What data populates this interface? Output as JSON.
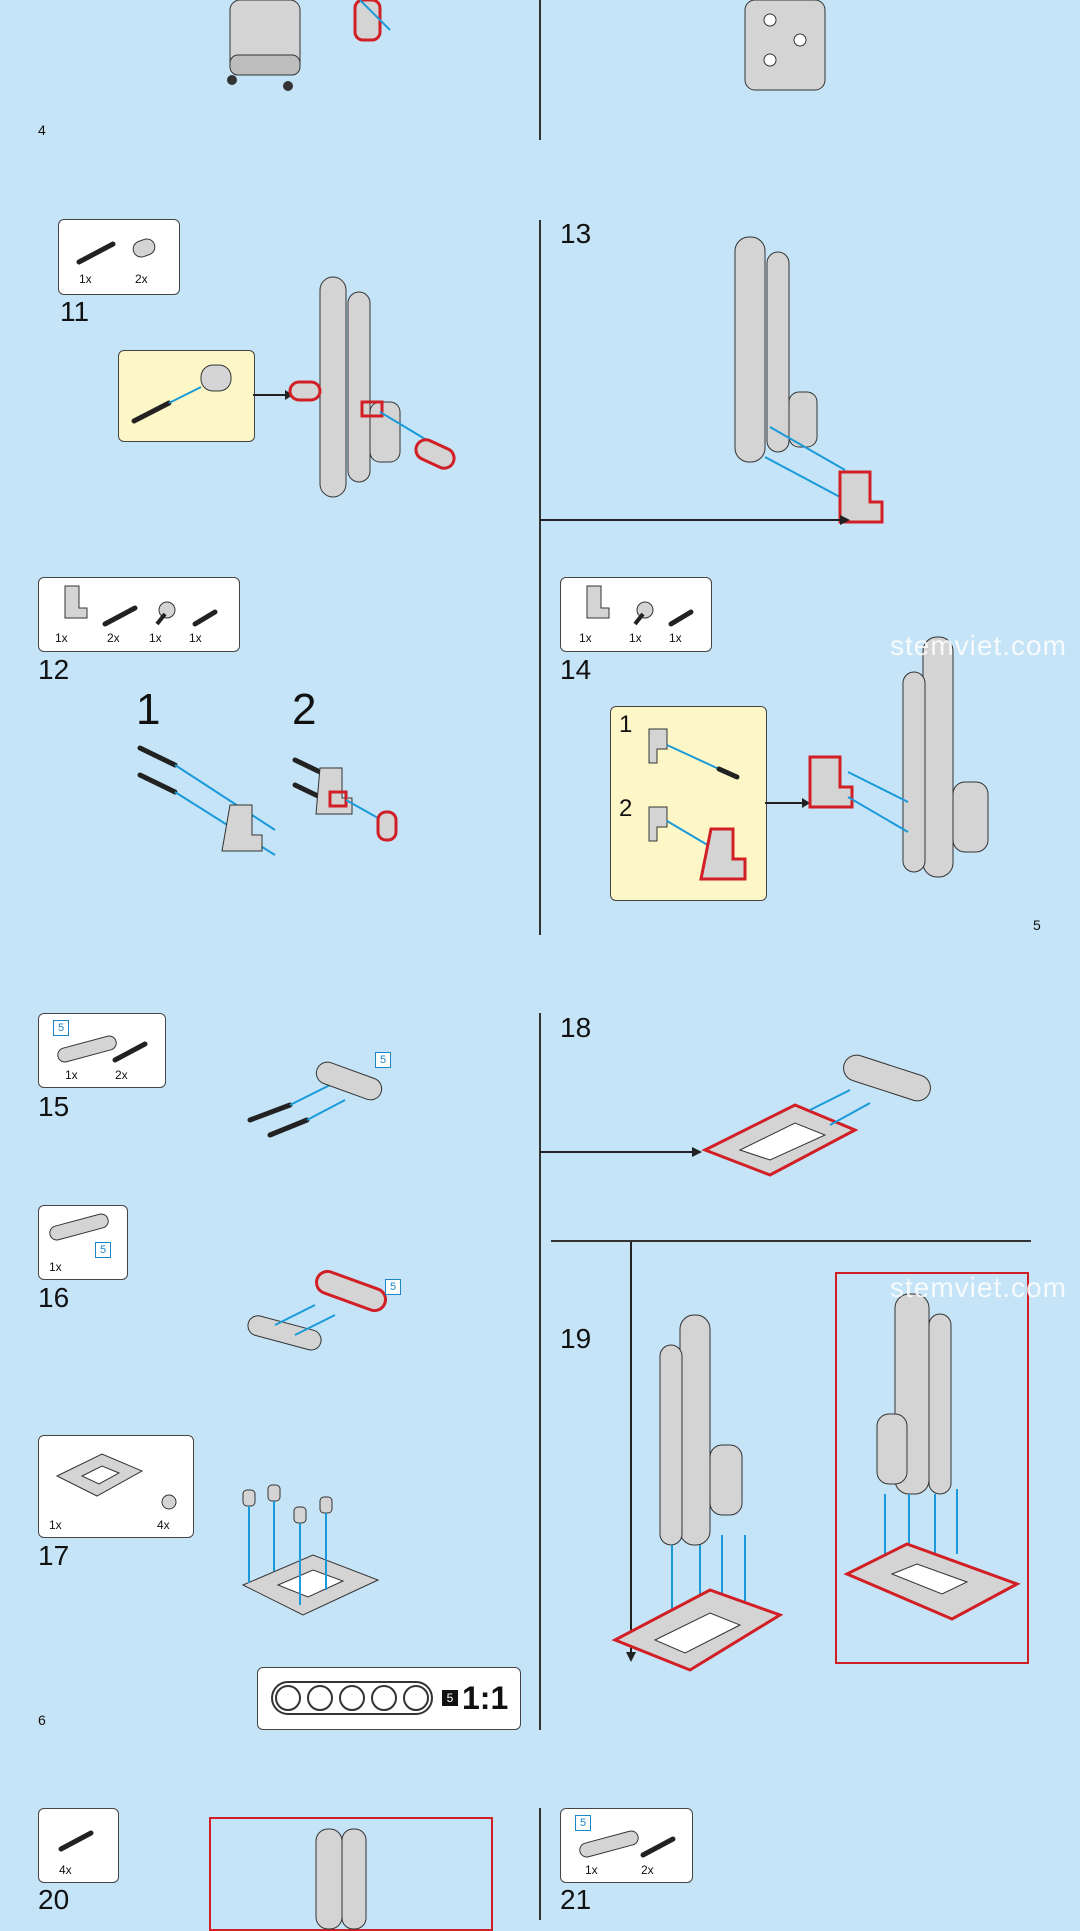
{
  "page_numbers": {
    "p4": "4",
    "p5": "5",
    "p6": "6"
  },
  "steps": {
    "s11": {
      "num": "11",
      "qty": [
        "1x",
        "2x"
      ]
    },
    "s12": {
      "num": "12",
      "qty": [
        "1x",
        "2x",
        "1x",
        "1x"
      ],
      "sub": [
        "1",
        "2"
      ]
    },
    "s13": {
      "num": "13"
    },
    "s14": {
      "num": "14",
      "qty": [
        "1x",
        "1x",
        "1x"
      ],
      "sub": [
        "1",
        "2"
      ]
    },
    "s15": {
      "num": "15",
      "qty": [
        "1x",
        "2x"
      ],
      "beam_len": "5"
    },
    "s16": {
      "num": "16",
      "qty": [
        "1x"
      ],
      "beam_len": "5"
    },
    "s17": {
      "num": "17",
      "qty": [
        "1x",
        "4x"
      ]
    },
    "s18": {
      "num": "18"
    },
    "s19": {
      "num": "19"
    },
    "s20": {
      "num": "20",
      "qty": [
        "4x"
      ]
    },
    "s21": {
      "num": "21",
      "qty": [
        "1x",
        "2x"
      ],
      "beam_len": "5"
    }
  },
  "scale_ref": {
    "beam_len": "5",
    "label": "1:1"
  },
  "watermarks": [
    "stemviet.com",
    "stemviet.com"
  ],
  "colors": {
    "background": "#c6e4f7",
    "highlight": "#d11f25",
    "arrow": "#1a9ad9",
    "part": "#d4d4d4"
  }
}
